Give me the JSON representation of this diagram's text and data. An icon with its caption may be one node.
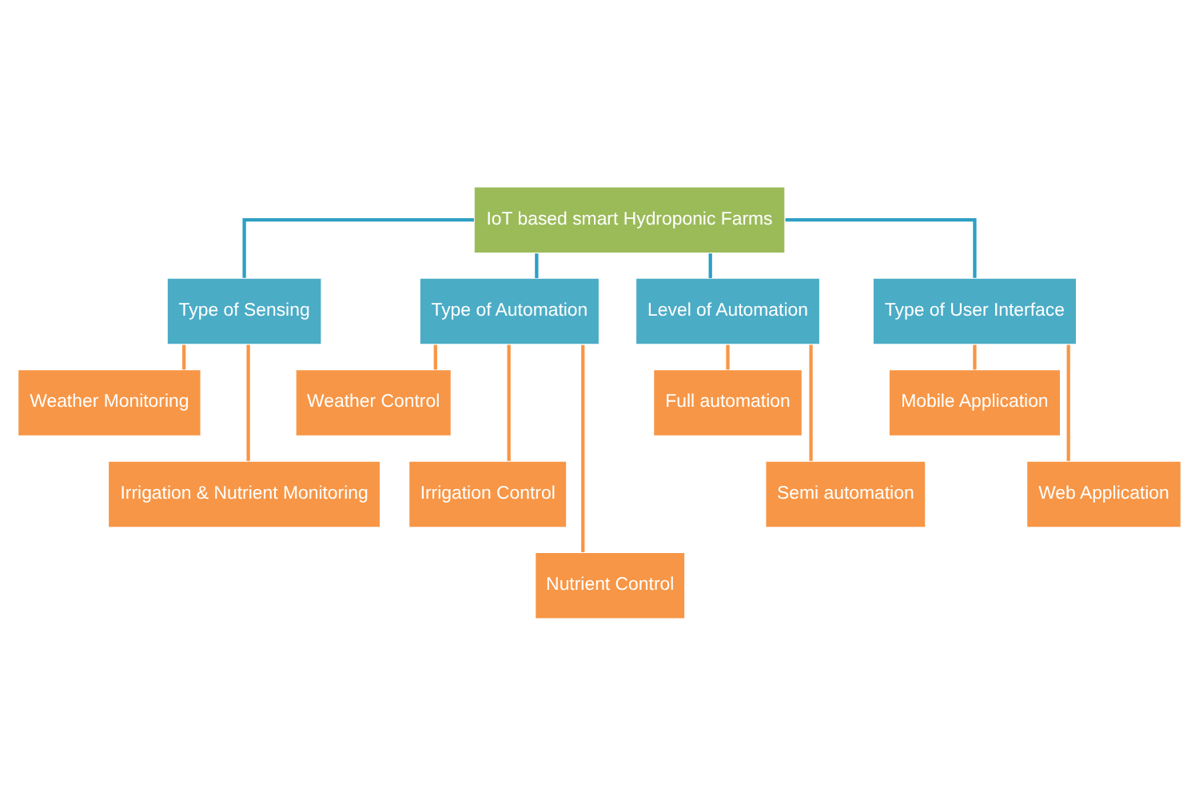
{
  "diagram": {
    "nodes": [
      {
        "text": [
          "IoT based smart Hydroponic Farms"
        ]
      },
      {
        "text": [
          "Type of Sensing"
        ]
      },
      {
        "text": [
          "Type of Automation"
        ]
      },
      {
        "text": [
          "Level of Automation"
        ]
      },
      {
        "text": [
          "Type of User Interface"
        ]
      },
      {
        "text": [
          "Weather Monitoring"
        ]
      },
      {
        "text": [
          "Irrigation & Nutrient Monitoring"
        ]
      },
      {
        "text": [
          "Weather Control"
        ]
      },
      {
        "text": [
          "Irrigation Control"
        ]
      },
      {
        "text": [
          "Nutrient Control"
        ]
      },
      {
        "text": [
          "Full automation"
        ]
      },
      {
        "text": [
          "Semi automation"
        ]
      },
      {
        "text": [
          "Mobile Application"
        ]
      },
      {
        "text": [
          "Web Application"
        ]
      }
    ],
    "edges": [
      {
        "from": 0,
        "to": 1,
        "arrow": "none",
        "color": "#2e9fc4"
      },
      {
        "from": 0,
        "to": 2,
        "arrow": "none",
        "color": "#2e9fc4"
      },
      {
        "from": 0,
        "to": 3,
        "arrow": "none",
        "color": "#2e9fc4"
      },
      {
        "from": 0,
        "to": 4,
        "arrow": "none",
        "color": "#2e9fc4"
      },
      {
        "from": 1,
        "to": 5,
        "arrow": "none"
      },
      {
        "from": 1,
        "to": 6,
        "arrow": "none"
      },
      {
        "from": 2,
        "to": 7,
        "arrow": "none"
      },
      {
        "from": 2,
        "to": 8,
        "arrow": "none"
      },
      {
        "from": 2,
        "to": 9,
        "arrow": "none"
      },
      {
        "from": 3,
        "to": 10,
        "arrow": "none"
      },
      {
        "from": 3,
        "to": 11,
        "arrow": "none"
      },
      {
        "from": 4,
        "to": 12,
        "arrow": "none"
      },
      {
        "from": 4,
        "to": 13,
        "arrow": "none"
      }
    ]
  }
}
